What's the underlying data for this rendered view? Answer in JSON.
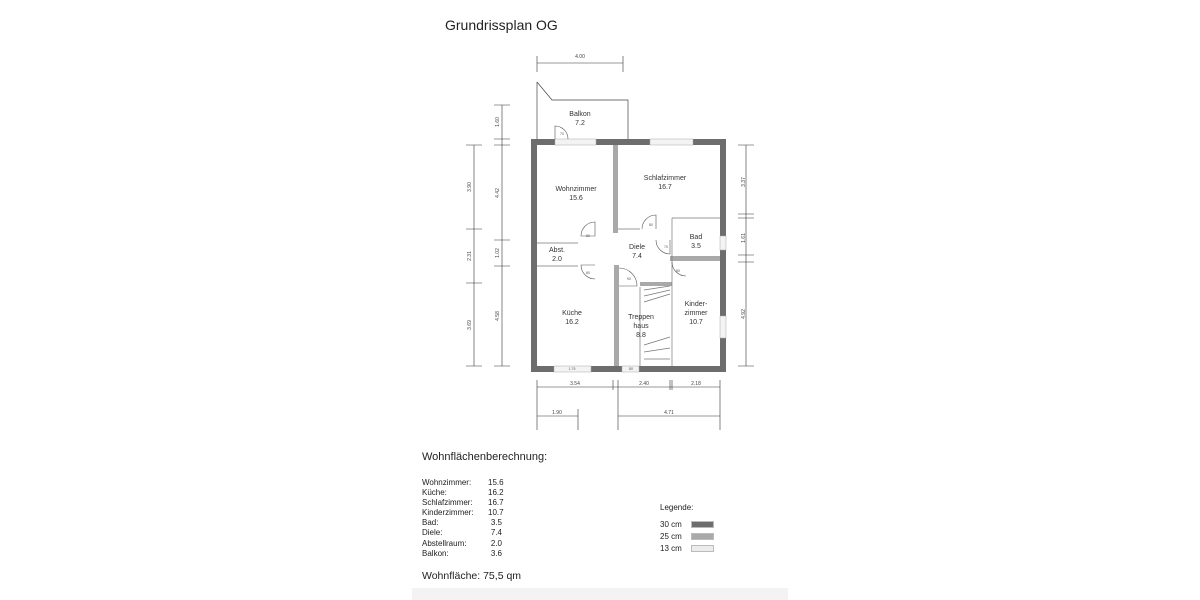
{
  "title": "Grundrissplan OG",
  "rooms": {
    "balkon": [
      "Balkon",
      "7.2"
    ],
    "wohn": [
      "Wohnzimmer",
      "15.6"
    ],
    "schlaf": [
      "Schlafzimmer",
      "16.7"
    ],
    "bad": [
      "Bad",
      "3.5"
    ],
    "abst": [
      "Abst.",
      "2.0"
    ],
    "diele": [
      "Diele",
      "7.4"
    ],
    "kueche": [
      "Küche",
      "16.2"
    ],
    "treppe": [
      "Treppen",
      "haus",
      "8.8"
    ],
    "kinder": [
      "Kinder-",
      "zimmer",
      "10.7"
    ]
  },
  "doors": {
    "balkon": "70",
    "wohn": "80",
    "schlaf": "80",
    "bad": "70",
    "kueche": "80",
    "treppe": "90",
    "kinder": "80"
  },
  "windows": {
    "bottom_left": "1.75",
    "bottom_mid": "80"
  },
  "dimensions": {
    "top": "4.00",
    "left_outer": [
      "3.90",
      "2.31",
      "3.69"
    ],
    "left_inner": [
      "1.60",
      "4.42",
      "1.02",
      "4.58"
    ],
    "right": [
      "3.37",
      "1.61",
      "4.92"
    ],
    "bottom1": [
      "3.54",
      "2.40",
      "2.18"
    ],
    "bottom2": [
      "1.90",
      "4.71"
    ]
  },
  "calculation": {
    "heading": "Wohnflächenberechnung:",
    "rows": [
      {
        "name": "Wohnzimmer:",
        "value": "15.6"
      },
      {
        "name": "Küche:",
        "value": "16.2"
      },
      {
        "name": "Schlafzimmer:",
        "value": "16.7"
      },
      {
        "name": "Kinderzimmer:",
        "value": "10.7"
      },
      {
        "name": "Bad:",
        "value": "3.5"
      },
      {
        "name": "Diele:",
        "value": "7.4"
      },
      {
        "name": "Abstellraum:",
        "value": "2.0"
      },
      {
        "name": "Balkon:",
        "value": "3.6"
      }
    ],
    "total": "Wohnfläche: 75,5 qm"
  },
  "legend": {
    "title": "Legende:",
    "items": [
      {
        "label": "30 cm",
        "color": "#6d6d6d"
      },
      {
        "label": "25 cm",
        "color": "#a9a9a9"
      },
      {
        "label": "13 cm",
        "color": "#ececec"
      }
    ]
  }
}
